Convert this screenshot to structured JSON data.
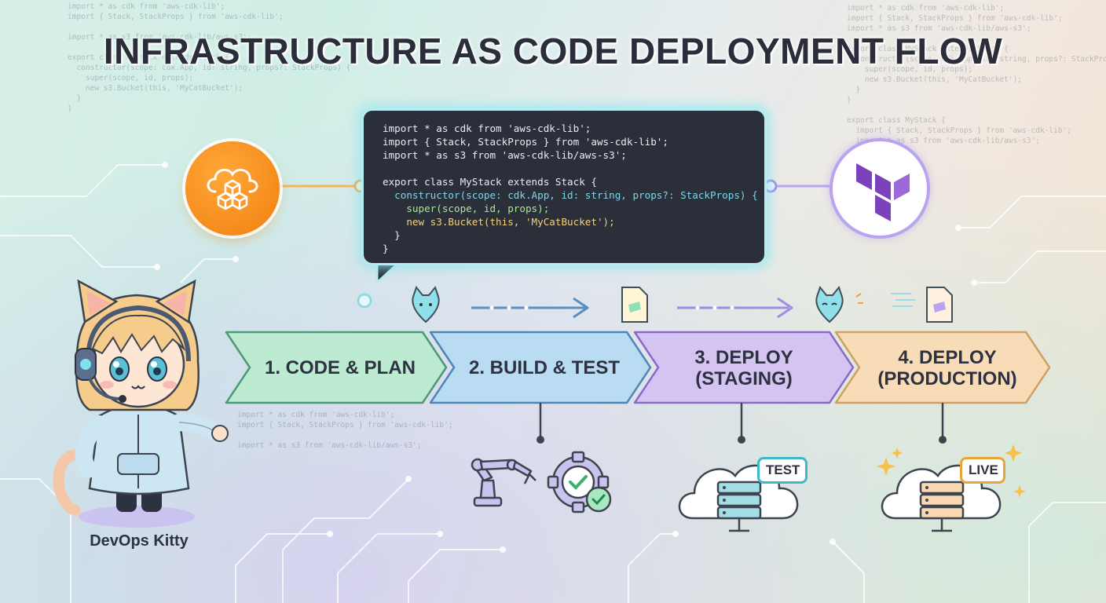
{
  "title": "INFRASTRUCTURE AS CODE DEPLOYMENT FLOW",
  "code_lines": [
    "import * as cdk from 'aws-cdk-lib';",
    "import { Stack, StackProps } from 'aws-cdk-lib';",
    "import * as s3 from 'aws-cdk-lib/aws-s3';",
    "",
    "export class MyStack extends Stack {",
    "  constructor(scope: cdk.App, id: string, props?: StackProps) {",
    "    super(scope, id, props);",
    "    new s3.Bucket(this, 'MyCatBucket');",
    "  }",
    "}"
  ],
  "faint_code_top_left": "import * as cdk from 'aws-cdk-lib';\nimport { Stack, StackProps } from 'aws-cdk-lib';\n\nimport * as s3 from 'aws-cdk-lib/aws-s3';\n\nexport class MyStack extends Stack {\n  constructor(scope: cdk.App, id: string, props?: StackProps) {\n    super(scope, id, props);\n    new s3.Bucket(this, 'MyCatBucket');\n  }\n}",
  "faint_code_top_right": "import * as cdk from 'aws-cdk-lib';\nimport { Stack, StackProps } from 'aws-cdk-lib';\nimport * as s3 from 'aws-cdk-lib/aws-s3';\n\nexport class MyStack extends Stack {\n  constructor(scope: cdk.App, id: string, props?: StackProps) {\n    super(scope, id, props);\n    new s3.Bucket(this, 'MyCatBucket');\n  }\n}\n\nexport class MyStack {\n  import { Stack, StackProps } from 'aws-cdk-lib';\n  import * as s3 from 'aws-cdk-lib/aws-s3';",
  "faint_code_middle": "import * as cdk from 'aws-cdk-lib';\nimport { Stack, StackProps } from 'aws-cdk-lib';\n\nimport * as s3 from 'aws-cdk-lib/aws-s3';",
  "steps": [
    {
      "line1": "1. CODE & PLAN",
      "line2": "",
      "color": "#bdebd2"
    },
    {
      "line1": "2. BUILD & TEST",
      "line2": "",
      "color": "#b9dcf2"
    },
    {
      "line1": "3. DEPLOY",
      "line2": "(STAGING)",
      "color": "#d5c4f2"
    },
    {
      "line1": "4. DEPLOY",
      "line2": "(PRODUCTION)",
      "color": "#f8dcb8"
    }
  ],
  "badges": {
    "test": "TEST",
    "live": "LIVE"
  },
  "character_name": "DevOps Kitty",
  "icons": {
    "aws": "aws-cdk-cloud-cubes-icon",
    "terraform": "terraform-icon",
    "robot_arm": "robot-arm-icon",
    "gear_check": "gear-check-icon",
    "staging_cloud": "cloud-server-icon",
    "production_cloud": "cloud-server-icon"
  },
  "colors": {
    "aws_orange": "#f58a1f",
    "terraform_purple": "#7b42bc",
    "code_bg": "#2b2f3a",
    "title": "#2b2e3a"
  }
}
